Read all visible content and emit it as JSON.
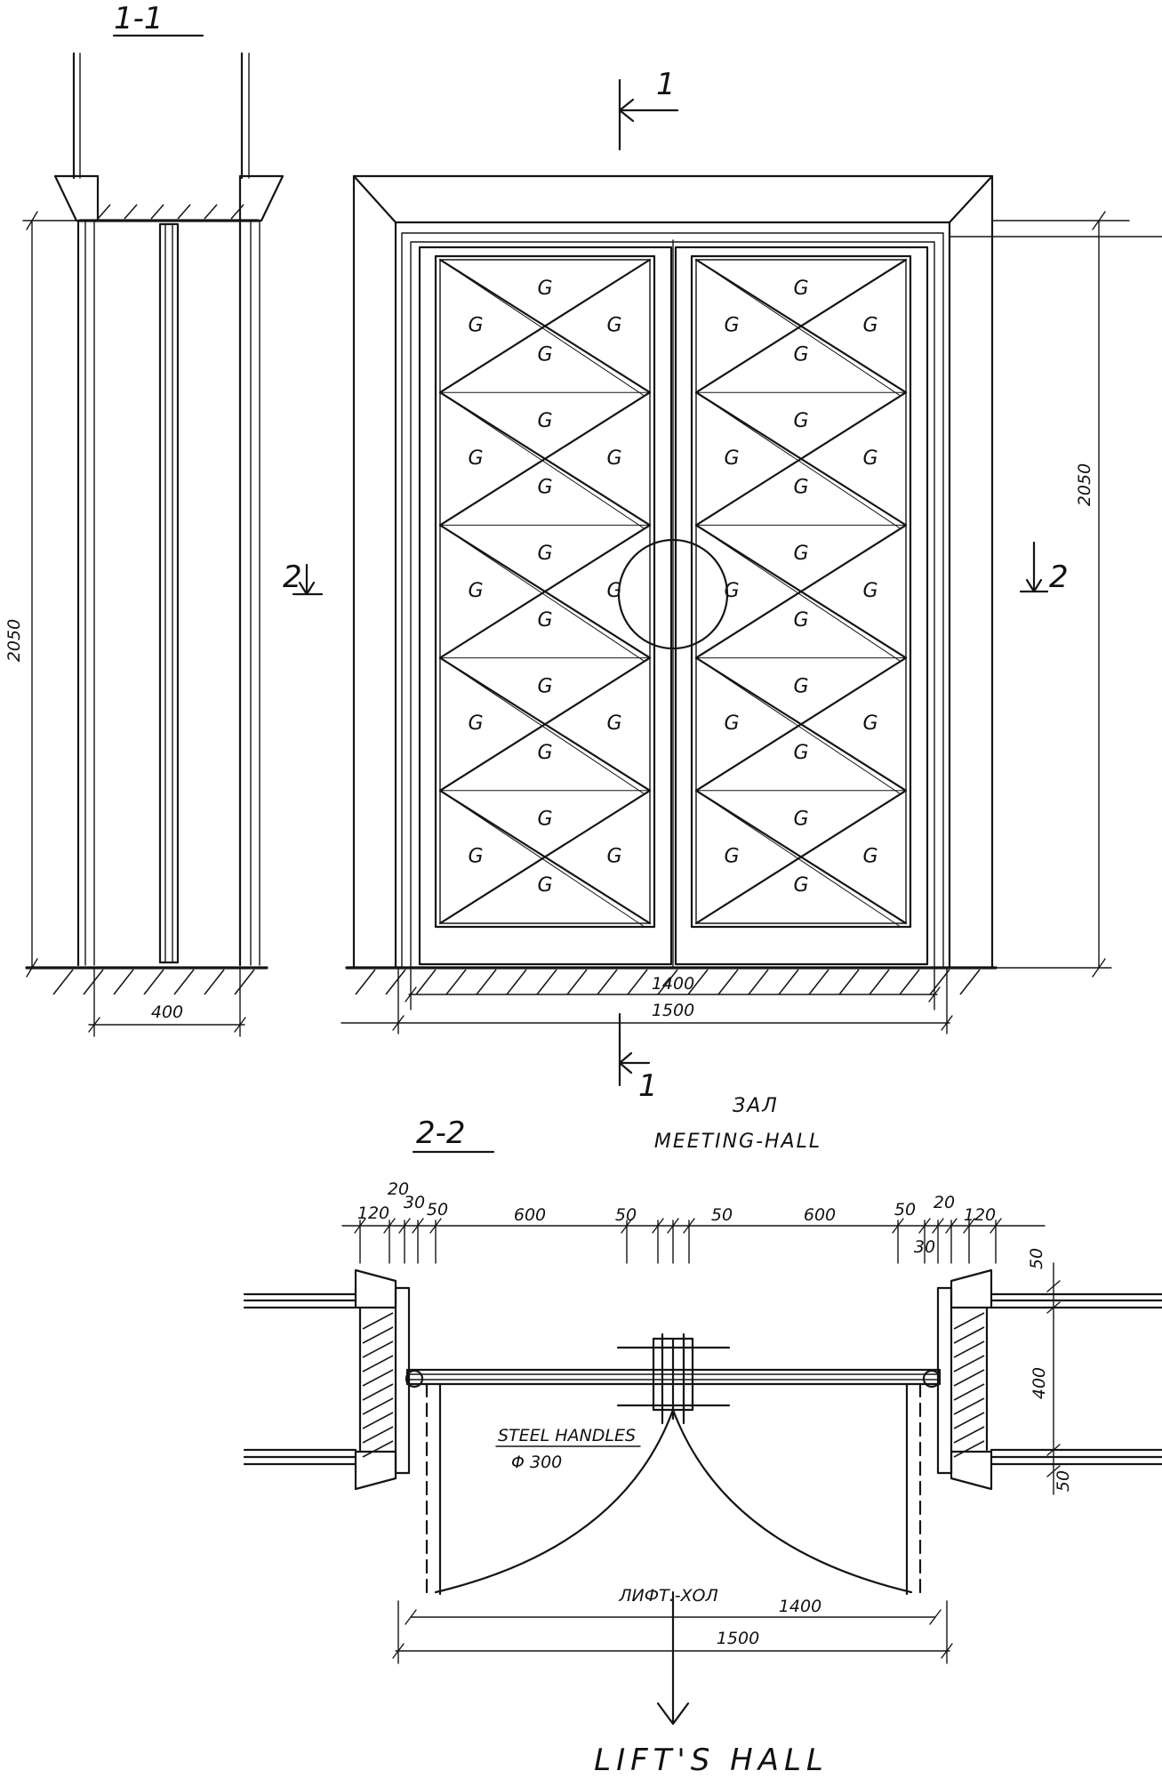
{
  "section_1_1": {
    "title": "1-1",
    "height_dim": "2050",
    "width_dim": "400",
    "cut_marker": "2"
  },
  "elevation": {
    "glass_mark": "G",
    "height_dim": "2050",
    "inner_width_dim": "1400",
    "outer_width_dim": "1500",
    "cut_marker_top": "1",
    "cut_marker_bottom": "1",
    "cut_marker_side": "2"
  },
  "section_2_2": {
    "title": "2-2",
    "room_top_native": "ЗАЛ",
    "room_top": "MEETING-HALL",
    "room_bottom_native": "ЛИФТ.-ХОЛ",
    "room_bottom": "LIFT'S HALL",
    "handles_label": "STEEL HANDLES",
    "handles_diameter": "Φ 300",
    "dims_top": [
      "120",
      "20",
      "30",
      "50",
      "600",
      "50",
      "50",
      "600",
      "50",
      "20",
      "120",
      "30"
    ],
    "dims_side": [
      "50",
      "400",
      "50"
    ],
    "inner_width_dim": "1400",
    "outer_width_dim": "1500"
  }
}
